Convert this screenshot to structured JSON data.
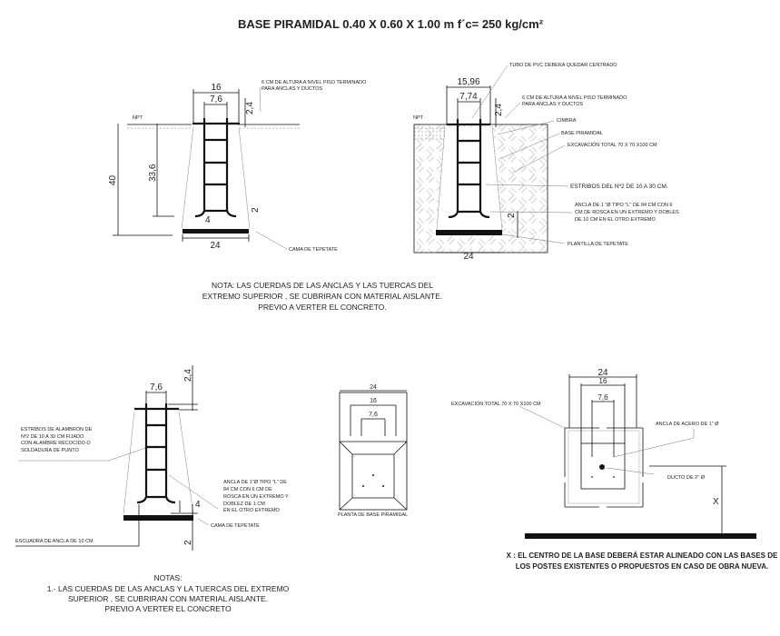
{
  "title": "BASE PIRAMIDAL 0.40 X 0.60 X 1.00 m f´c= 250 kg/cm²",
  "elevation_1": {
    "dim_top": "16",
    "dim_anchors": "7,6",
    "dim_height_top": "2,4",
    "dim_total": "40",
    "dim_embed": "33,6",
    "dim_hook": "4",
    "dim_bed": "2",
    "dim_base": "24",
    "npt": "NPT",
    "label_height": [
      "6 CM DE ALTURA A NIVEL PISO TERMINADO",
      "PARA ANCLAS Y DUCTOS"
    ],
    "label_bed": "CAMA DE TEPETATE"
  },
  "elevation_2": {
    "dim_top": "15,96",
    "dim_anchors": "7,74",
    "dim_height_top": "2,4",
    "dim_bed": "2",
    "dim_base": "24",
    "npt": "NPT",
    "label_pvc": "TUBO DE PVC DEBERA QUEDAR CENTRADO",
    "label_height": [
      "6 CM DE ALTURA A NIVEL PISO TERMINADO",
      "PARA ANCLAS Y DUCTOS"
    ],
    "label_cimbra": "CIMBRA",
    "label_base": "BASE PIRAMIDAL",
    "label_excavation": "EXCAVACIÓN TOTAL 70 X 70 X100 CM",
    "label_stirrups": "ESTRIBOS DEL Nº2 DE 10 A 30 CM.",
    "label_anchor": [
      "ANCLA DE 1 \"Ø TIPO \"L\" DE 84 CM CON 6",
      "CM DE ROSCA EN UN EXTREMO Y DOBLES",
      "DE 10 CM EN EL OTRO EXTREMO"
    ],
    "label_bed": "PLANTILLA DE TEPETATE"
  },
  "note_1": [
    "NOTA: LAS CUERDAS DE LAS ANCLAS Y LAS TUERCAS DEL",
    "EXTREMO SUPERIOR , SE CUBRIRAN CON MATERIAL AISLANTE.",
    "PREVIO A VERTER EL CONCRETO."
  ],
  "elevation_3": {
    "dim_anchors": "7,6",
    "dim_height_top": "2,4",
    "dim_hook": "4",
    "dim_bed": "2",
    "label_stirrups": [
      "ESTRIBOS DE ALAMBRÓN DE",
      "Nº2 DE 10 A 30 CM FIJADO",
      "CON ALAMBRE RECOCIDO O",
      "SOLDADURA DE PUNTO"
    ],
    "label_anchor": [
      "ANCLA DE 1\"Ø TIPO \"L\" DE",
      "84 CM CON 6 CM DE",
      "ROSCA EN UN EXTREMO Y",
      "DOBLEZ DE 1 CM",
      "EN EL OTRO EXTREMO"
    ],
    "label_bed": "CAMA DE TEPETATE",
    "label_square": "ESCUADRA DE ANCLA DE 10 CM"
  },
  "plan_pyramid": {
    "dim_outer": "24",
    "dim_mid": "16",
    "dim_inner": "7,6",
    "caption": "PLANTA DE BASE PIRAMIDAL"
  },
  "plan_excavation": {
    "dim_outer": "24",
    "dim_mid": "16",
    "dim_inner": "7,6",
    "label_excavation": "EXCAVACIÓN TOTAL 70 X 70 X100 CM",
    "label_anchor": "ANCLA DE ACERO DE 1\" Ø",
    "label_duct": "DUCTO DE 2\" Ø",
    "dim_x": "X",
    "x_note": [
      "X : EL CENTRO DE LA BASE DEBERÁ ESTAR ALINEADO CON LAS BASES DE",
      "LOS POSTES EXISTENTES O PROPUESTOS EN CASO DE OBRA NUEVA."
    ]
  },
  "notes_bottom": [
    "NOTAS:",
    "1.- LAS CUERDAS DE LAS ANCLAS Y LA TUERCAS DEL EXTREMO",
    "SUPERIOR , SE CUBRIRAN CON MATERIAL AISLANTE.",
    "PREVIO A VERTER EL CONCRETO"
  ]
}
